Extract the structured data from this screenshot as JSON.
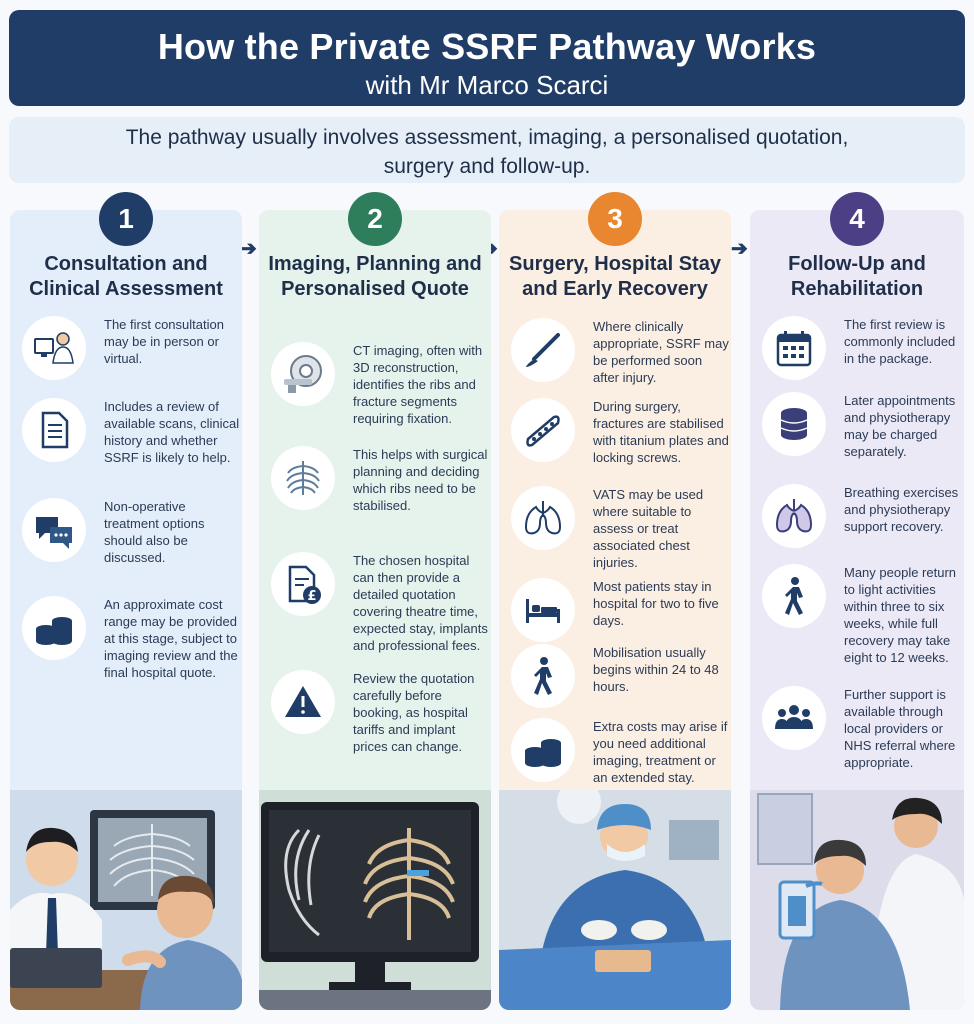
{
  "header": {
    "title": "How the Private SSRF Pathway Works",
    "subtitle": "with Mr Marco Scarci"
  },
  "intro": "The pathway usually involves assessment, imaging, a personalised quotation, surgery and follow-up.",
  "steps": [
    {
      "number": "1",
      "color": "#1f3d67",
      "title": "Consultation and Clinical Assessment",
      "items": [
        {
          "icon": "doctor-computer-icon",
          "text": "The first consultation may be in person or virtual."
        },
        {
          "icon": "document-icon",
          "text": "Includes a review of available scans, clinical history and whether SSRF is likely to help."
        },
        {
          "icon": "chat-bubbles-icon",
          "text": "Non-operative treatment options should also be discussed."
        },
        {
          "icon": "coins-icon",
          "text": "An approximate cost range may be provided at this stage, subject to imaging review and the final hospital quote."
        }
      ]
    },
    {
      "number": "2",
      "color": "#2e7d5b",
      "title": "Imaging, Planning and Personalised Quote",
      "items": [
        {
          "icon": "ct-scanner-icon",
          "text": "CT imaging, often with 3D reconstruction, identifies the ribs and fracture segments requiring fixation."
        },
        {
          "icon": "ribcage-icon",
          "text": "This helps with surgical planning and deciding which ribs need to be stabilised."
        },
        {
          "icon": "quotation-pound-icon",
          "text": "The chosen hospital can then provide a detailed quotation covering theatre time, expected stay, implants and professional fees."
        },
        {
          "icon": "warning-icon",
          "text": "Review the quotation carefully before booking, as hospital tariffs and implant prices can change."
        }
      ]
    },
    {
      "number": "3",
      "color": "#e8872f",
      "title": "Surgery, Hospital Stay and Early Recovery",
      "items": [
        {
          "icon": "scalpel-icon",
          "text": "Where clinically appropriate, SSRF may be performed soon after injury."
        },
        {
          "icon": "titanium-plate-icon",
          "text": "During surgery, fractures are stabilised with titanium plates and locking screws."
        },
        {
          "icon": "lungs-icon",
          "text": "VATS may be used where suitable to assess or treat associated chest injuries."
        },
        {
          "icon": "hospital-bed-icon",
          "text": "Most patients stay in hospital for two to five days."
        },
        {
          "icon": "walking-person-icon",
          "text": "Mobilisation usually begins within 24 to 48 hours."
        },
        {
          "icon": "coins-icon",
          "text": "Extra costs may arise if you need additional imaging, treatment or an extended stay."
        }
      ]
    },
    {
      "number": "4",
      "color": "#4d3f86",
      "title": "Follow-Up and Rehabilitation",
      "items": [
        {
          "icon": "calendar-icon",
          "text": "The first review is commonly included in the package."
        },
        {
          "icon": "coin-stack-icon",
          "text": "Later appointments and physiotherapy may be charged separately."
        },
        {
          "icon": "lungs-icon",
          "text": "Breathing exercises and physiotherapy support recovery."
        },
        {
          "icon": "walking-person-icon",
          "text": "Many people return to light activities within three to six weeks, while full recovery may take eight to 12 weeks."
        },
        {
          "icon": "group-people-icon",
          "text": "Further support is available through local providers or NHS referral where appropriate."
        }
      ]
    }
  ]
}
